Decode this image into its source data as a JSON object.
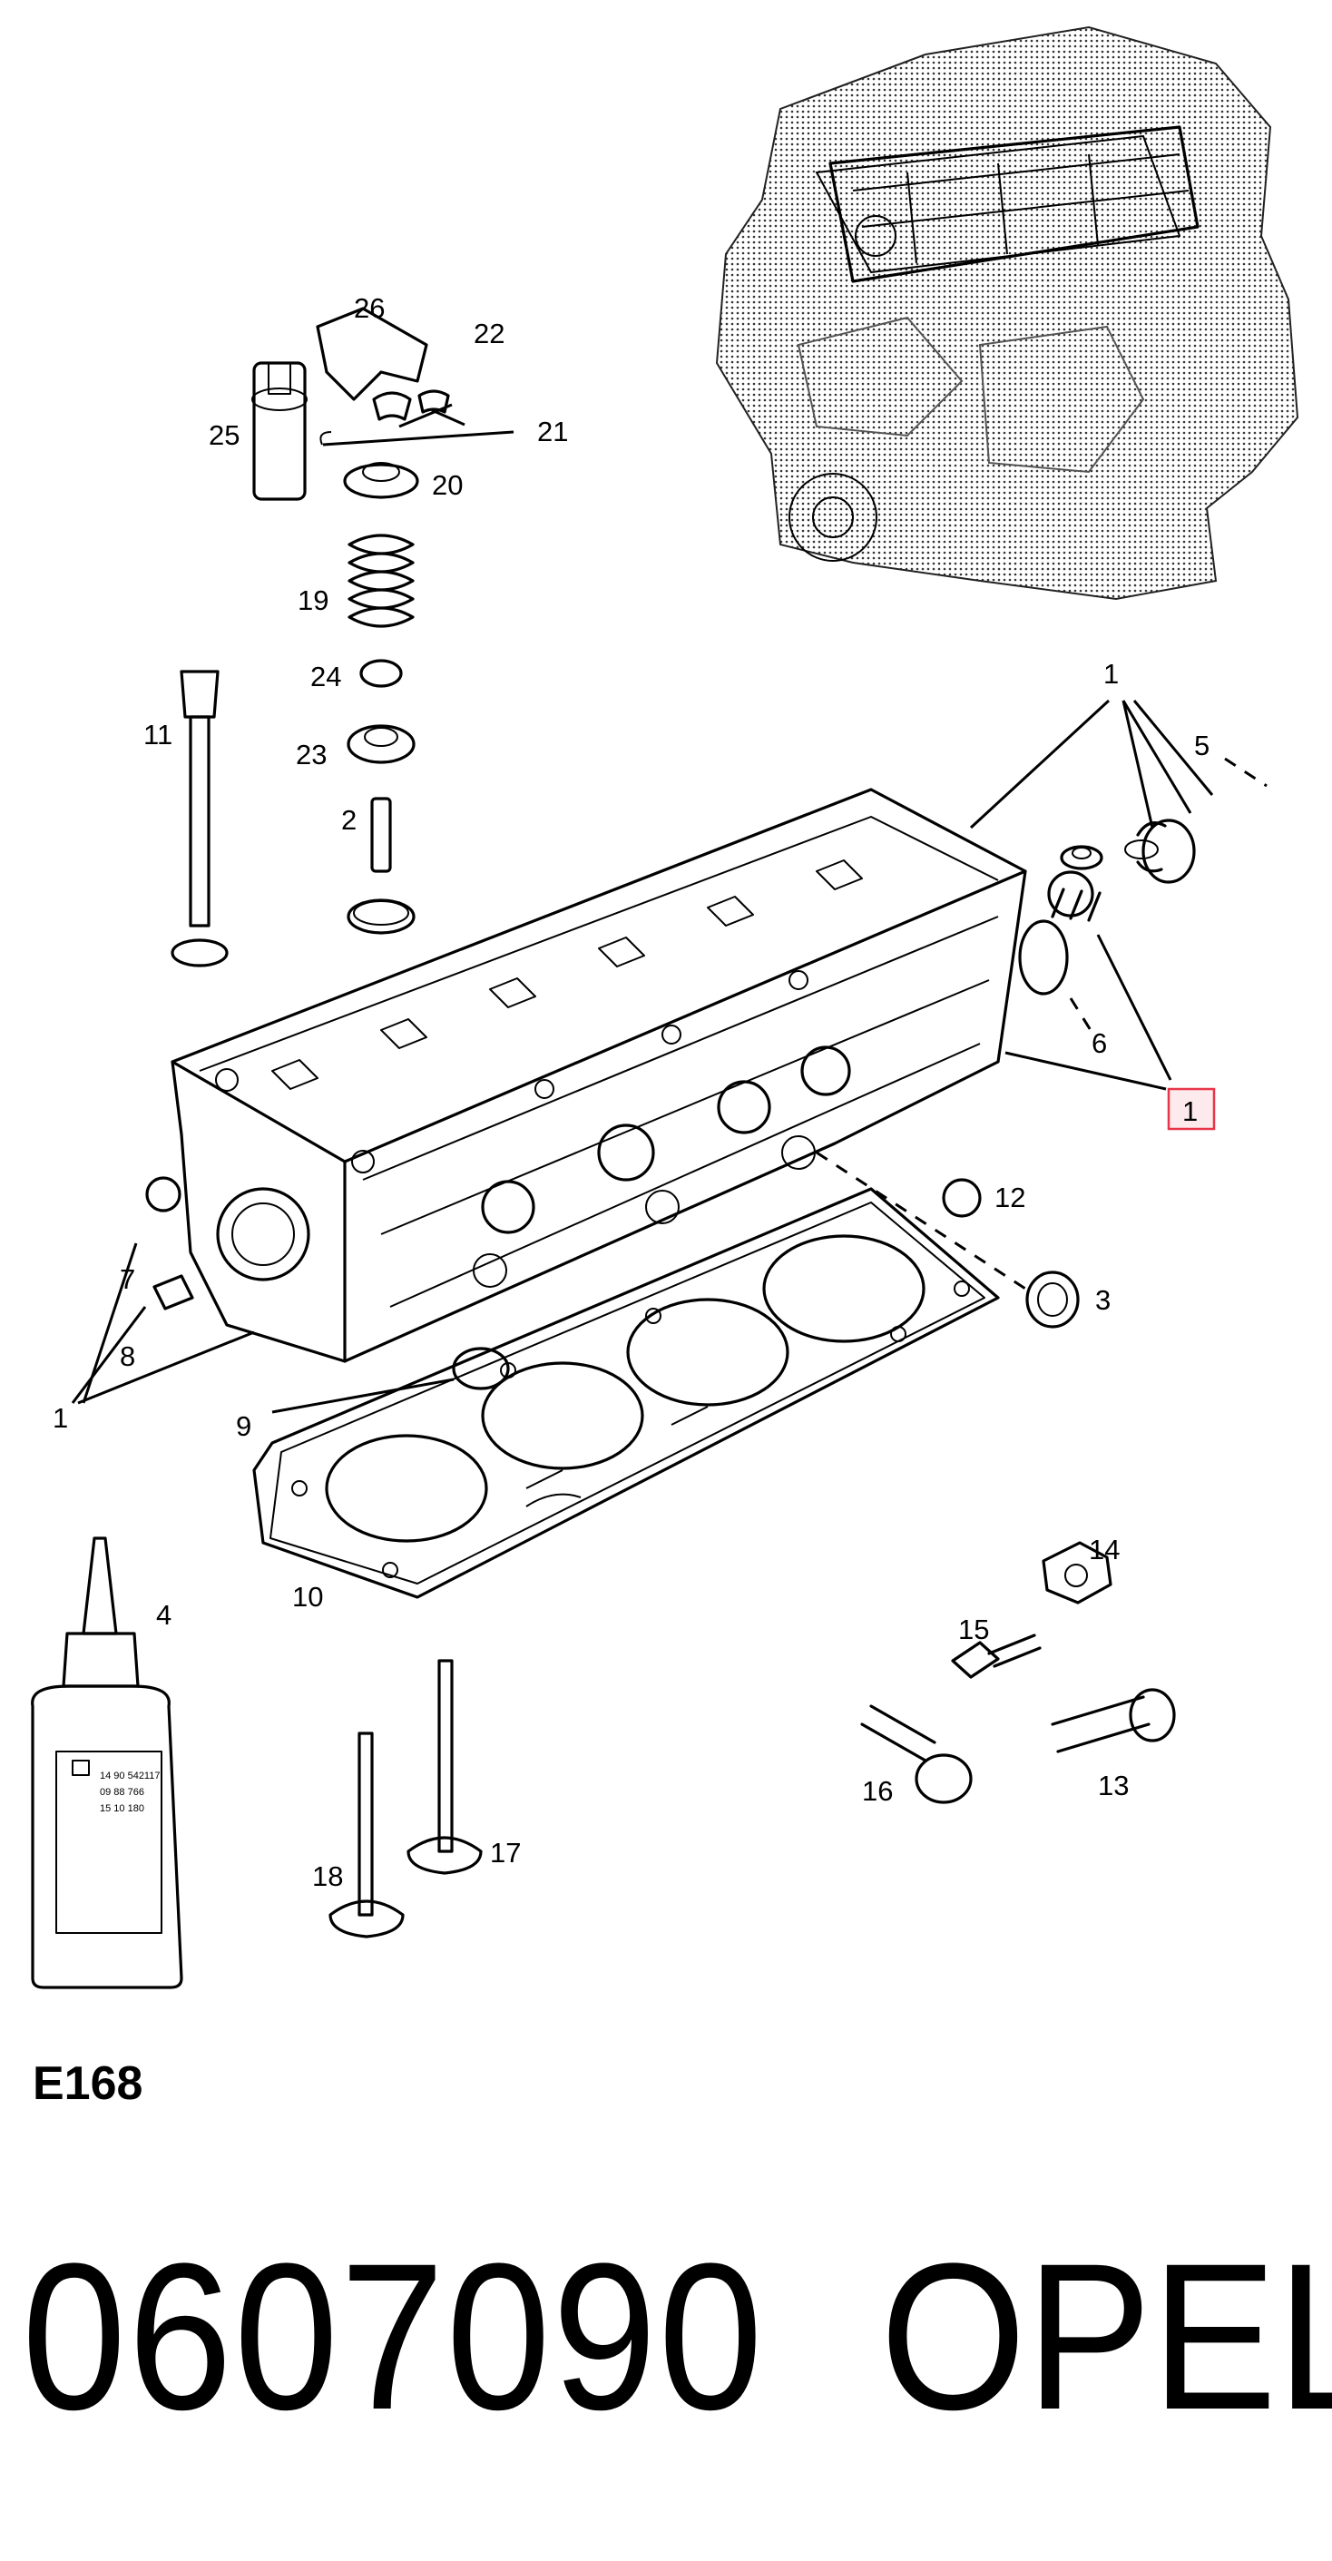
{
  "diagram": {
    "code": "E168",
    "part_number": "0607090",
    "brand": "OPEL",
    "callouts": {
      "c1_top": "1",
      "c1_box": "1",
      "c1_left": "1",
      "c2": "2",
      "c3": "3",
      "c4": "4",
      "c5": "5",
      "c6": "6",
      "c7": "7",
      "c8": "8",
      "c9": "9",
      "c10": "10",
      "c11": "11",
      "c12": "12",
      "c13": "13",
      "c14": "14",
      "c15": "15",
      "c16": "16",
      "c17": "17",
      "c18": "18",
      "c19": "19",
      "c20": "20",
      "c21": "21",
      "c22": "22",
      "c23": "23",
      "c24": "24",
      "c25": "25",
      "c26": "26"
    },
    "bottle_label": {
      "line1": "14 90 542117",
      "line2": "09 88 766",
      "line3": "15 10 180"
    },
    "highlight_color": "#e8354a"
  }
}
